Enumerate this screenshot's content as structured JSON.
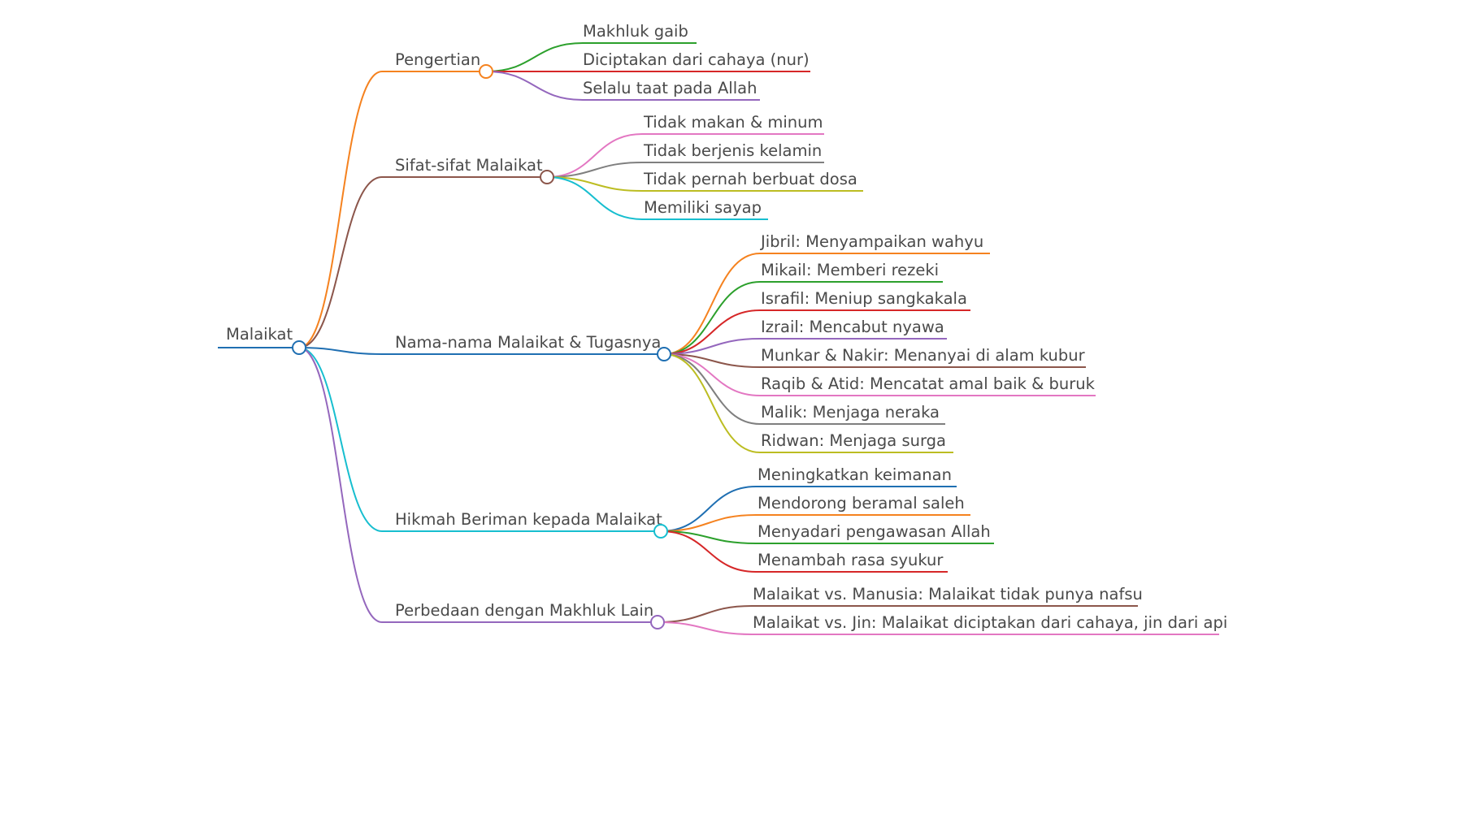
{
  "root": {
    "label": "Malaikat",
    "color": "#1f6fb2"
  },
  "branches": [
    {
      "label": "Pengertian",
      "color": "#f5821f",
      "children": [
        {
          "label": "Makhluk gaib",
          "color": "#2ca02c"
        },
        {
          "label": "Diciptakan dari cahaya (nur)",
          "color": "#d62728"
        },
        {
          "label": "Selalu taat pada Allah",
          "color": "#9467bd"
        }
      ]
    },
    {
      "label": "Sifat-sifat Malaikat",
      "color": "#8c564b",
      "children": [
        {
          "label": "Tidak makan & minum",
          "color": "#e377c2"
        },
        {
          "label": "Tidak berjenis kelamin",
          "color": "#7f7f7f"
        },
        {
          "label": "Tidak pernah berbuat dosa",
          "color": "#bcbd22"
        },
        {
          "label": "Memiliki sayap",
          "color": "#17becf"
        }
      ]
    },
    {
      "label": "Nama-nama Malaikat & Tugasnya",
      "color": "#1f6fb2",
      "children": [
        {
          "label": "Jibril: Menyampaikan wahyu",
          "color": "#f5821f"
        },
        {
          "label": "Mikail: Memberi rezeki",
          "color": "#2ca02c"
        },
        {
          "label": "Israfil: Meniup sangkakala",
          "color": "#d62728"
        },
        {
          "label": "Izrail: Mencabut nyawa",
          "color": "#9467bd"
        },
        {
          "label": "Munkar & Nakir: Menanyai di alam kubur",
          "color": "#8c564b"
        },
        {
          "label": "Raqib & Atid: Mencatat amal baik & buruk",
          "color": "#e377c2"
        },
        {
          "label": "Malik: Menjaga neraka",
          "color": "#7f7f7f"
        },
        {
          "label": "Ridwan: Menjaga surga",
          "color": "#bcbd22"
        }
      ]
    },
    {
      "label": "Hikmah Beriman kepada Malaikat",
      "color": "#17becf",
      "children": [
        {
          "label": "Meningkatkan keimanan",
          "color": "#1f6fb2"
        },
        {
          "label": "Mendorong beramal saleh",
          "color": "#f5821f"
        },
        {
          "label": "Menyadari pengawasan Allah",
          "color": "#2ca02c"
        },
        {
          "label": "Menambah rasa syukur",
          "color": "#d62728"
        }
      ]
    },
    {
      "label": "Perbedaan dengan Makhluk Lain",
      "color": "#9467bd",
      "children": [
        {
          "label": "Malaikat vs. Manusia: Malaikat tidak punya nafsu",
          "color": "#8c564b"
        },
        {
          "label": "Malaikat vs. Jin: Malaikat diciptakan dari cahaya, jin dari api",
          "color": "#e377c2"
        }
      ]
    }
  ]
}
